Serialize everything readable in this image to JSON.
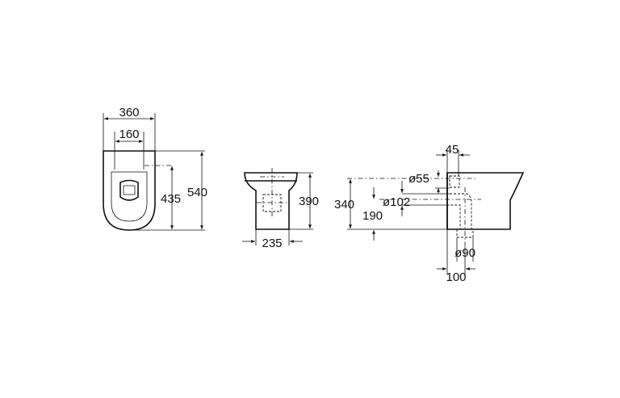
{
  "drawing": {
    "top_view": {
      "overall_width": "360",
      "fixing_spacing": "160",
      "fixing_to_front": "435",
      "overall_depth": "540"
    },
    "front_view": {
      "base_width": "235",
      "height": "390"
    },
    "side_view": {
      "wall_offset": "45",
      "inlet_diameter": "ø55",
      "outlet_diameter": "ø102",
      "inlet_height": "340",
      "outlet_height": "190",
      "waste_diameter": "ø90",
      "waste_offset": "100"
    }
  }
}
